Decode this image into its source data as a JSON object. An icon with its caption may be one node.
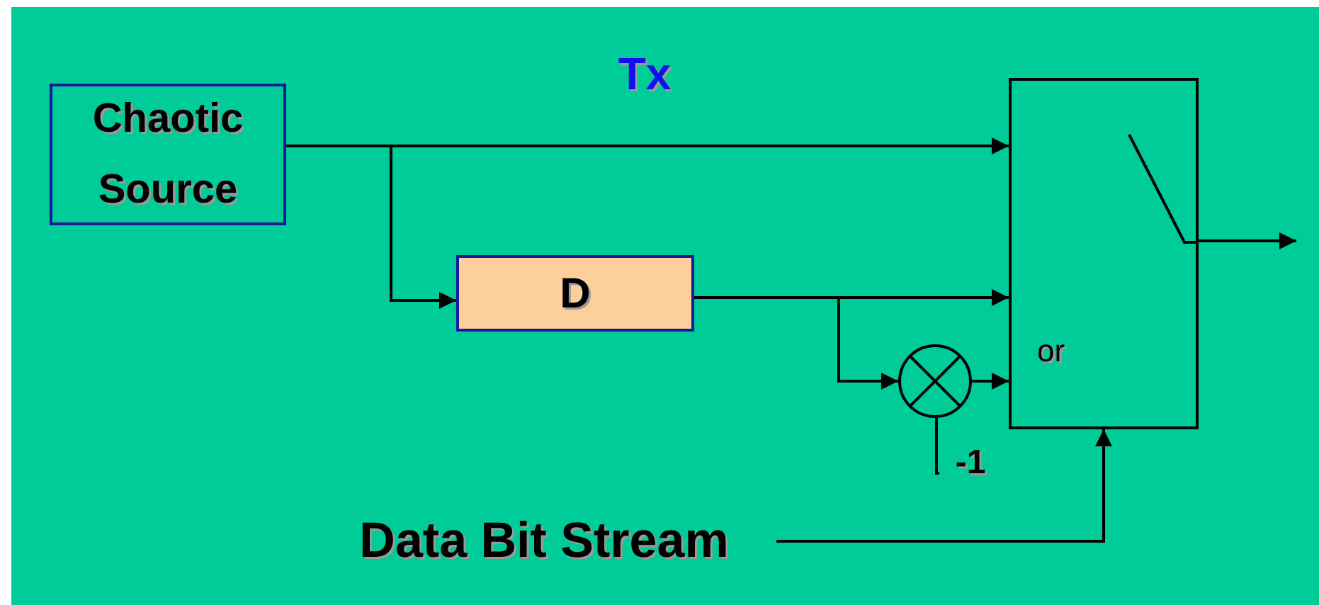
{
  "diagram": {
    "title": "Tx",
    "nodes": [
      {
        "text": [
          "Chaotic Source"
        ]
      },
      {
        "text": [
          "D"
        ]
      },
      {
        "text": [],
        "shape": "circle"
      },
      {
        "text": [],
        "shape": "box"
      },
      {
        "text": [
          "Data Bit Stream"
        ]
      },
      {
        "text": [
          "-1"
        ]
      }
    ],
    "edges": [
      {
        "from": 0,
        "to": 3,
        "arrow": "to"
      },
      {
        "from": 0,
        "to": 1,
        "arrow": "to"
      },
      {
        "from": 1,
        "to": 3,
        "arrow": "to"
      },
      {
        "from": 1,
        "to": 2,
        "arrow": "to"
      },
      {
        "from": 2,
        "to": 3,
        "arrow": "to"
      },
      {
        "from": 5,
        "to": 2,
        "arrow": "none"
      },
      {
        "from": 4,
        "to": 3,
        "arrow": "to"
      },
      {
        "from": 3,
        "to": null,
        "arrow": "to"
      }
    ],
    "labels": [
      "or"
    ]
  }
}
